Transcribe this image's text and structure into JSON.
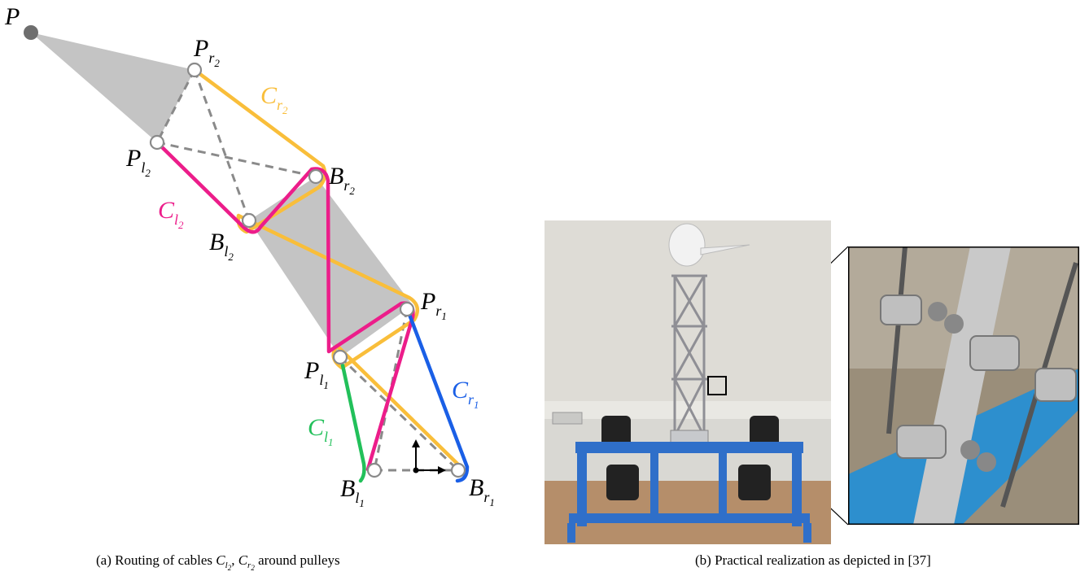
{
  "figure": {
    "left": {
      "labels": {
        "P": "P",
        "Pr2": {
          "base": "P",
          "sub": "r",
          "subsub": "2"
        },
        "Pl2": {
          "base": "P",
          "sub": "l",
          "subsub": "2"
        },
        "Br2": {
          "base": "B",
          "sub": "r",
          "subsub": "2"
        },
        "Bl2": {
          "base": "B",
          "sub": "l",
          "subsub": "2"
        },
        "Pr1": {
          "base": "P",
          "sub": "r",
          "subsub": "1"
        },
        "Pl1": {
          "base": "P",
          "sub": "l",
          "subsub": "1"
        },
        "Bl1": {
          "base": "B",
          "sub": "l",
          "subsub": "1"
        },
        "Br1": {
          "base": "B",
          "sub": "r",
          "subsub": "1"
        },
        "Cr2": {
          "base": "C",
          "sub": "r",
          "subsub": "2"
        },
        "Cl2": {
          "base": "C",
          "sub": "l",
          "subsub": "2"
        },
        "Cr1": {
          "base": "C",
          "sub": "r",
          "subsub": "1"
        },
        "Cl1": {
          "base": "C",
          "sub": "l",
          "subsub": "1"
        }
      },
      "colors": {
        "cable_r2": "#f9be3a",
        "cable_l2": "#ec1d8a",
        "cable_r1": "#1a5fe6",
        "cable_l1": "#22c05a",
        "link": "#c4c4c4",
        "dashed": "#8a8a8a"
      },
      "caption": {
        "prefix": "(a)  Routing of cables",
        "c1": {
          "base": "C",
          "sub": "l",
          "subsub": "2"
        },
        "sep": ",",
        "c2": {
          "base": "C",
          "sub": "r",
          "subsub": "2"
        },
        "suffix": "around pulleys"
      }
    },
    "right": {
      "caption": "(b)  Practical realization as depicted in [37]"
    }
  }
}
